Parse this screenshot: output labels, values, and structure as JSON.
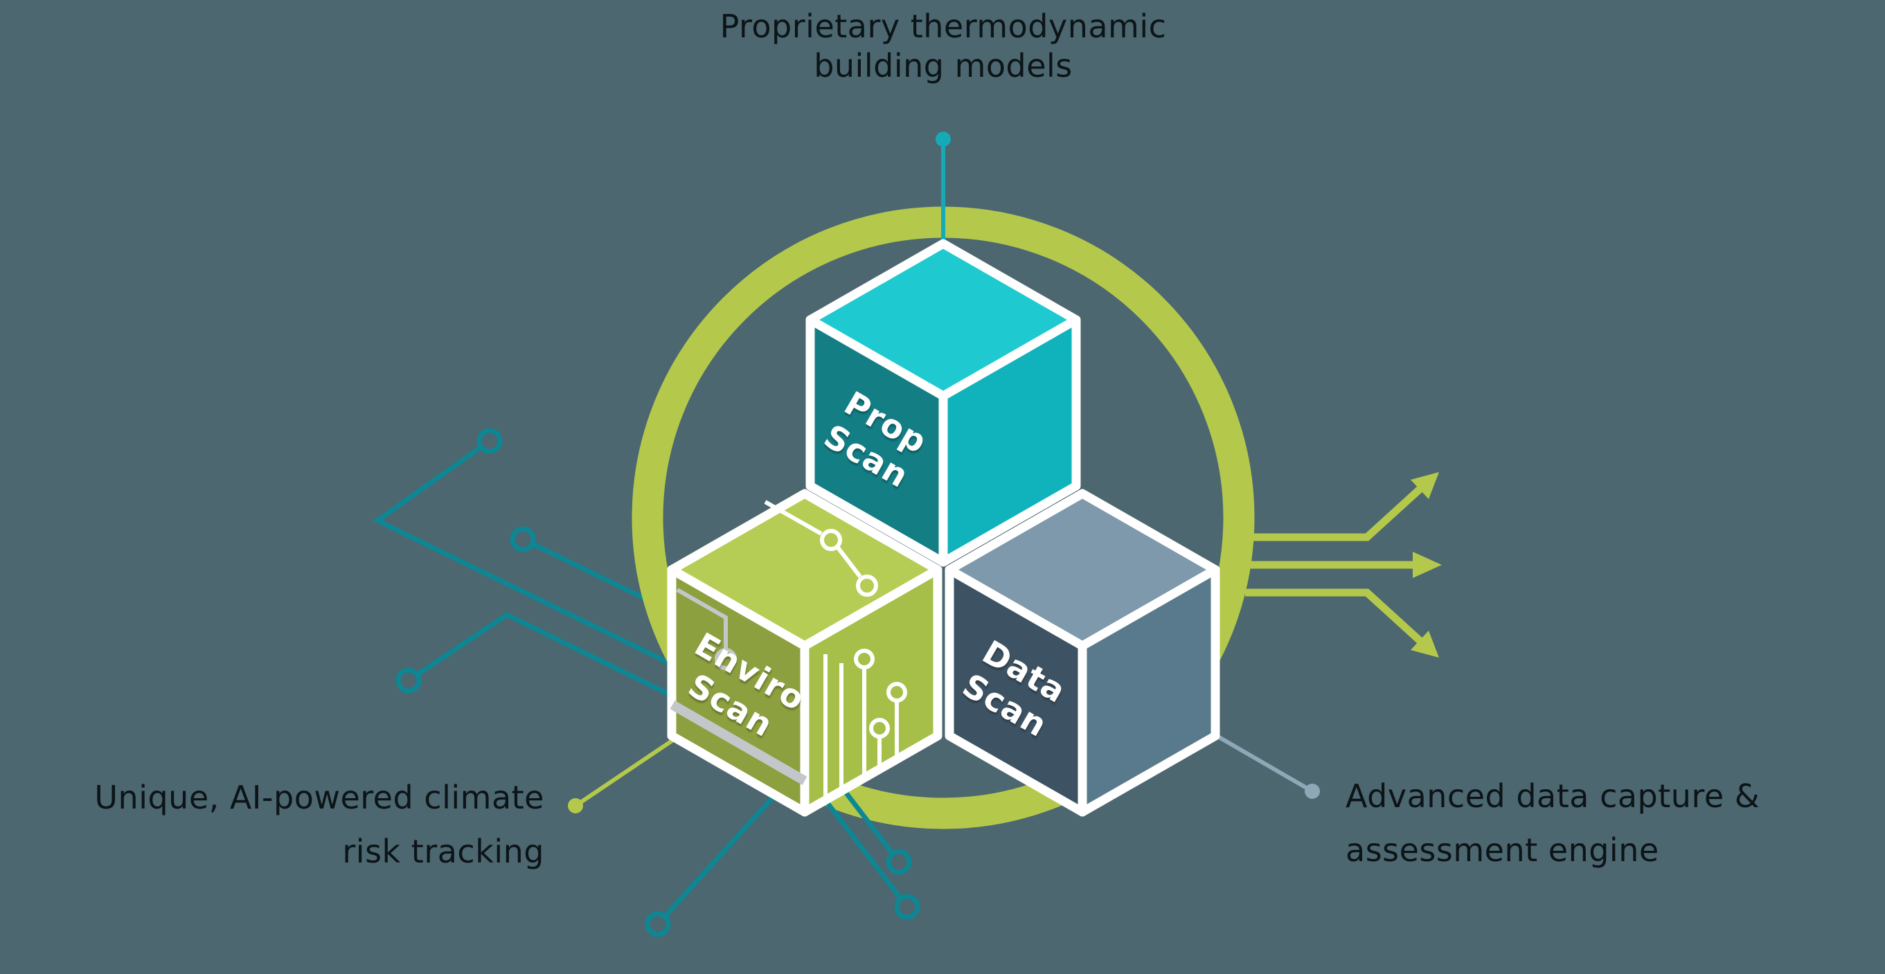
{
  "background": "#4c6770",
  "palette": {
    "ring_green": "#b4c94b",
    "arrow_green": "#b4c94b",
    "circuit_teal": "#0d8794",
    "stem_teal": "#15aab5",
    "connector_green": "#b4c94b",
    "connector_slate": "#8fa7b6",
    "trace_white": "#ffffff",
    "trace_gray": "#c3c7ca",
    "cube_edge_white": "#ffffff",
    "cube_text_white": "#ffffff",
    "label_text": "#0c1417"
  },
  "cubes": {
    "prop": {
      "line1": "Prop",
      "line2": "Scan",
      "top": "#1ecad0",
      "left": "#147e85",
      "right": "#10b3bc"
    },
    "enviro": {
      "line1": "Enviro",
      "line2": "Scan",
      "top": "#b6cd55",
      "left": "#8ca03f",
      "right": "#a5bf48"
    },
    "data": {
      "line1": "Data",
      "line2": "Scan",
      "top": "#7e99ab",
      "left": "#3d5363",
      "right": "#587a8c"
    }
  },
  "labels": {
    "top": {
      "line1": "Proprietary thermodynamic",
      "line2": "building models"
    },
    "bottom_left": {
      "line1": "Unique, AI-powered climate",
      "line2": "risk tracking"
    },
    "bottom_right": {
      "line1": "Advanced data capture &",
      "line2": "assessment engine"
    }
  }
}
